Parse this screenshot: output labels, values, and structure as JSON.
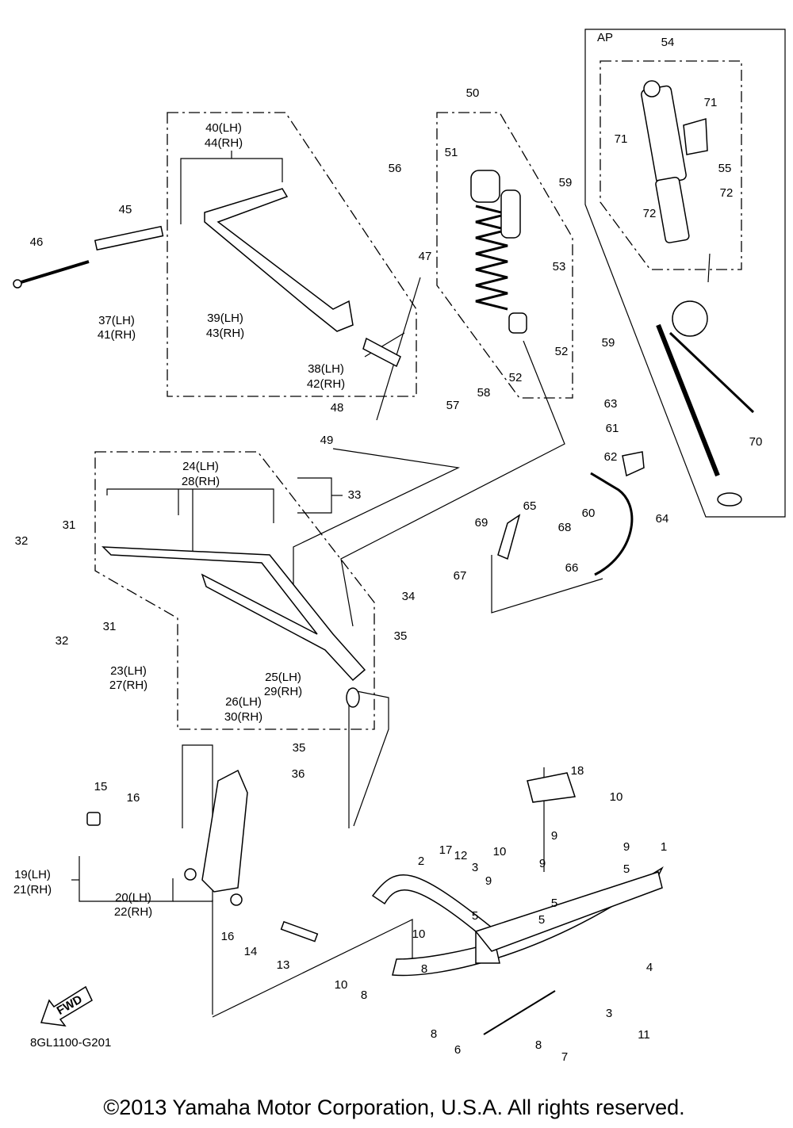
{
  "diagram": {
    "callouts": [
      "AP",
      "54",
      "71",
      "71",
      "55",
      "72",
      "72",
      "70",
      "50",
      "40(LH)",
      "44(RH)",
      "51",
      "56",
      "59",
      "45",
      "46",
      "53",
      "47",
      "37(LH)",
      "41(RH)",
      "39(LH)",
      "43(RH)",
      "59",
      "52",
      "38(LH)",
      "42(RH)",
      "52",
      "57",
      "58",
      "48",
      "63",
      "49",
      "61",
      "24(LH)",
      "28(RH)",
      "62",
      "33",
      "60",
      "64",
      "65",
      "69",
      "68",
      "31",
      "32",
      "67",
      "66",
      "34",
      "35",
      "31",
      "32",
      "23(LH)",
      "27(RH)",
      "25(LH)",
      "29(RH)",
      "26(LH)",
      "30(RH)",
      "35",
      "36",
      "18",
      "15",
      "16",
      "10",
      "9",
      "9",
      "10",
      "1",
      "17",
      "12",
      "3",
      "2",
      "9",
      "9",
      "5",
      "19(LH)",
      "21(RH)",
      "20(LH)",
      "22(RH)",
      "5",
      "5",
      "5",
      "16",
      "14",
      "10",
      "13",
      "4",
      "8",
      "10",
      "8",
      "3",
      "8",
      "11",
      "6",
      "8",
      "7"
    ],
    "fwd_label": "FWD",
    "part_code": "8GL1100-G201",
    "copyright": "©2013 Yamaha Motor Corporation, U.S.A. All rights reserved."
  }
}
